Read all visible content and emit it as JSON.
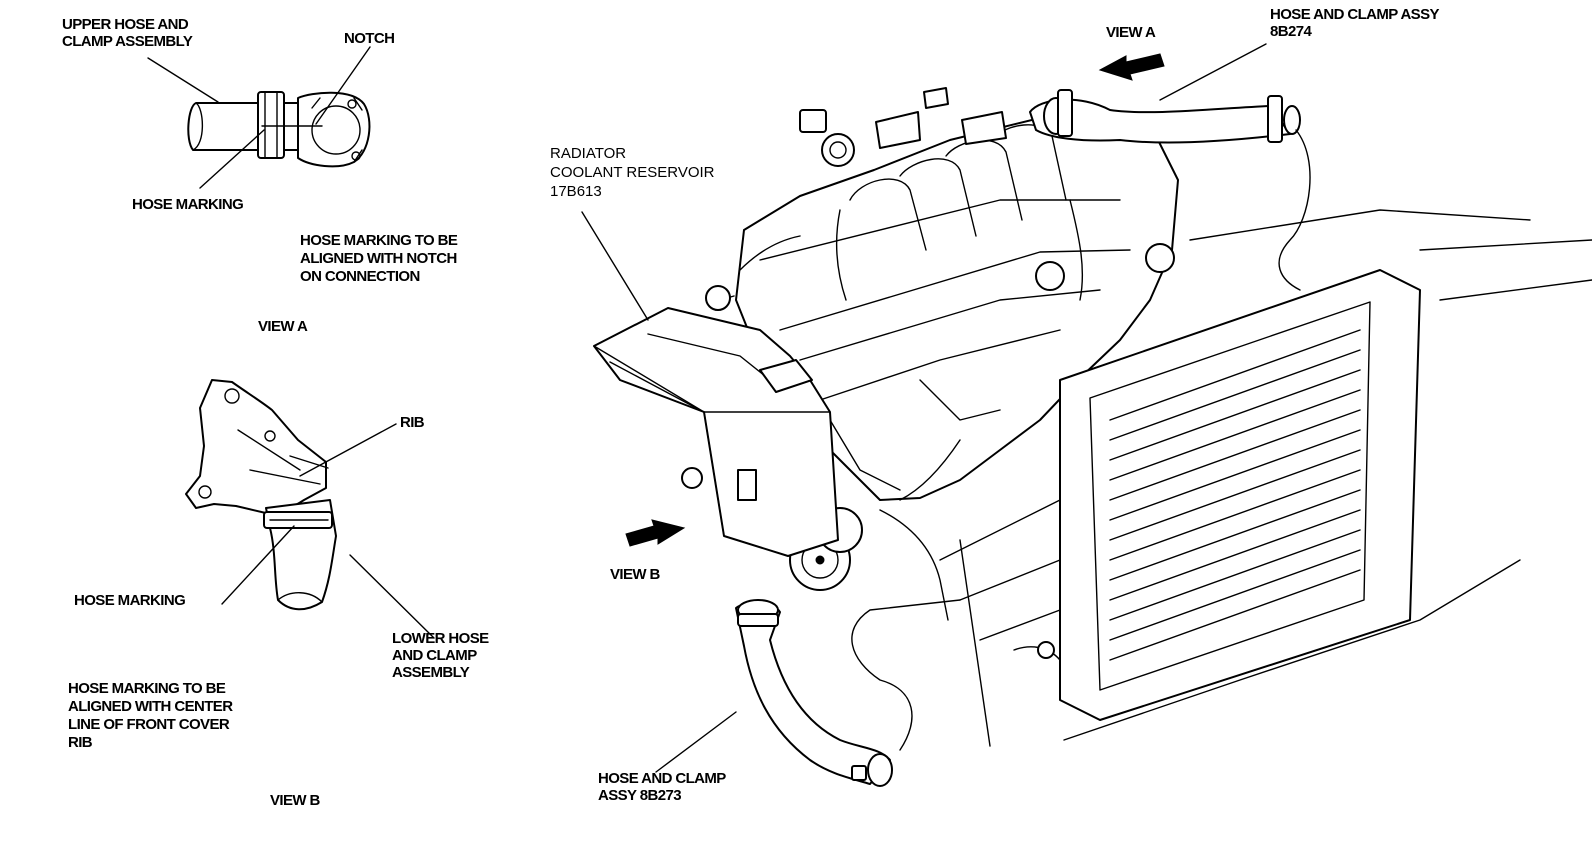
{
  "labels": {
    "upper_hose": "UPPER HOSE AND\nCLAMP ASSEMBLY",
    "notch": "NOTCH",
    "hose_marking_a": "HOSE MARKING",
    "note_a": "HOSE MARKING TO BE\nALIGNED WITH NOTCH\nON CONNECTION",
    "view_a_caption": "VIEW A",
    "rib": "RIB",
    "hose_marking_b": "HOSE MARKING",
    "lower_hose": "LOWER HOSE\nAND CLAMP\nASSEMBLY",
    "note_b": "HOSE MARKING TO BE\nALIGNED WITH CENTER\nLINE OF FRONT COVER\nRIB",
    "view_b_caption": "VIEW B",
    "radiator_reservoir": "RADIATOR\nCOOLANT RESERVOIR\n17B613",
    "view_a_arrow": "VIEW A",
    "hose_clamp_top": "HOSE AND CLAMP ASSY\n8B274",
    "view_b_arrow": "VIEW B",
    "hose_clamp_bottom": "HOSE AND CLAMP\nASSY 8B273"
  }
}
